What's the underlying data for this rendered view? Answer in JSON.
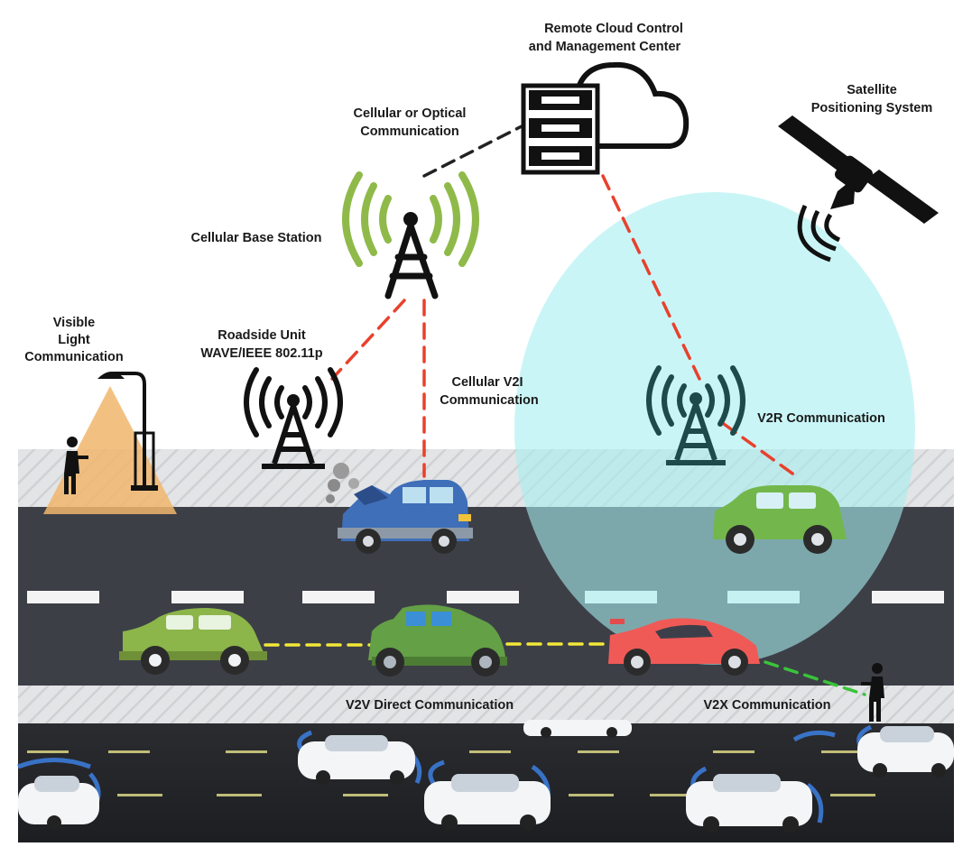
{
  "labels": {
    "cloud_line1": "Remote Cloud Control",
    "cloud_line2": "and Management Center",
    "satellite_line1": "Satellite",
    "satellite_line2": "Positioning System",
    "cellular_optical_line1": "Cellular or Optical",
    "cellular_optical_line2": "Communication",
    "base_station": "Cellular Base Station",
    "vlc_line1": "Visible",
    "vlc_line2": "Light",
    "vlc_line3": "Communication",
    "rsu_line1": "Roadside Unit",
    "rsu_line2": "WAVE/IEEE 802.11p",
    "v2i_line1": "Cellular V2I",
    "v2i_line2": "Communication",
    "v2r": "V2R Communication",
    "v2v": "V2V Direct Communication",
    "v2x": "V2X Communication"
  },
  "icons": {
    "server": "server-rack-icon",
    "cloud": "cloud-icon",
    "satellite": "satellite-icon",
    "base_station": "cell-tower-icon",
    "rsu": "roadside-unit-tower-icon",
    "v2r_tower": "v2r-tower-icon",
    "street_lamp": "street-lamp-icon",
    "pedestrian": "pedestrian-icon"
  },
  "colors": {
    "red_link": "#e8412c",
    "yellow_link": "#f2e838",
    "green_link": "#39c33a",
    "black_link": "#222222",
    "tower_green": "#8fba4a",
    "v2r_zone": "#a6eef0",
    "road": "#3d3f47",
    "light_cone": "#f0b66c"
  }
}
